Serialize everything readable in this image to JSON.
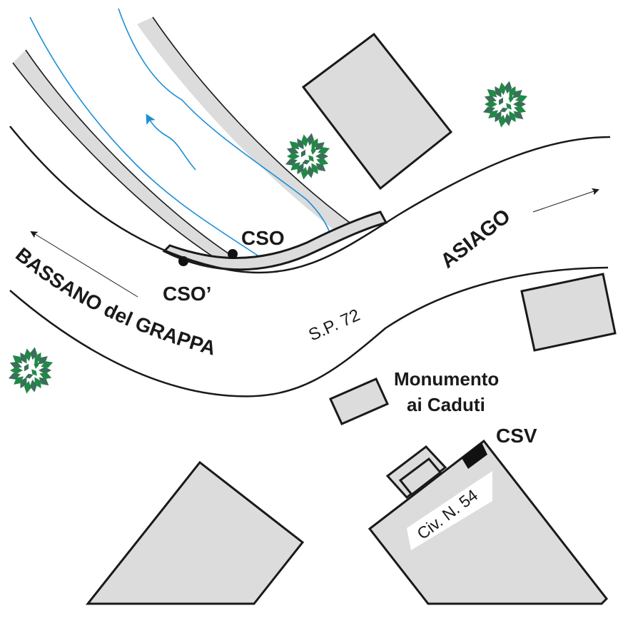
{
  "map": {
    "road_name": "S.P. 72",
    "directions": {
      "west": "BASSANO del GRAPPA",
      "east": "ASIAGO"
    },
    "points": {
      "cso": "CSO",
      "cso_prime": "CSO’",
      "csv": "CSV"
    },
    "landmarks": {
      "monument_line1": "Monumento",
      "monument_line2": "ai Caduti",
      "house_number": "Civ. N. 54"
    },
    "colors": {
      "building_fill": "#dcdcdc",
      "outline": "#1a1a1a",
      "water": "#1b8fd6",
      "tree_primary": "#1f8a45",
      "tree_secondary": "#3a6f5a"
    }
  }
}
